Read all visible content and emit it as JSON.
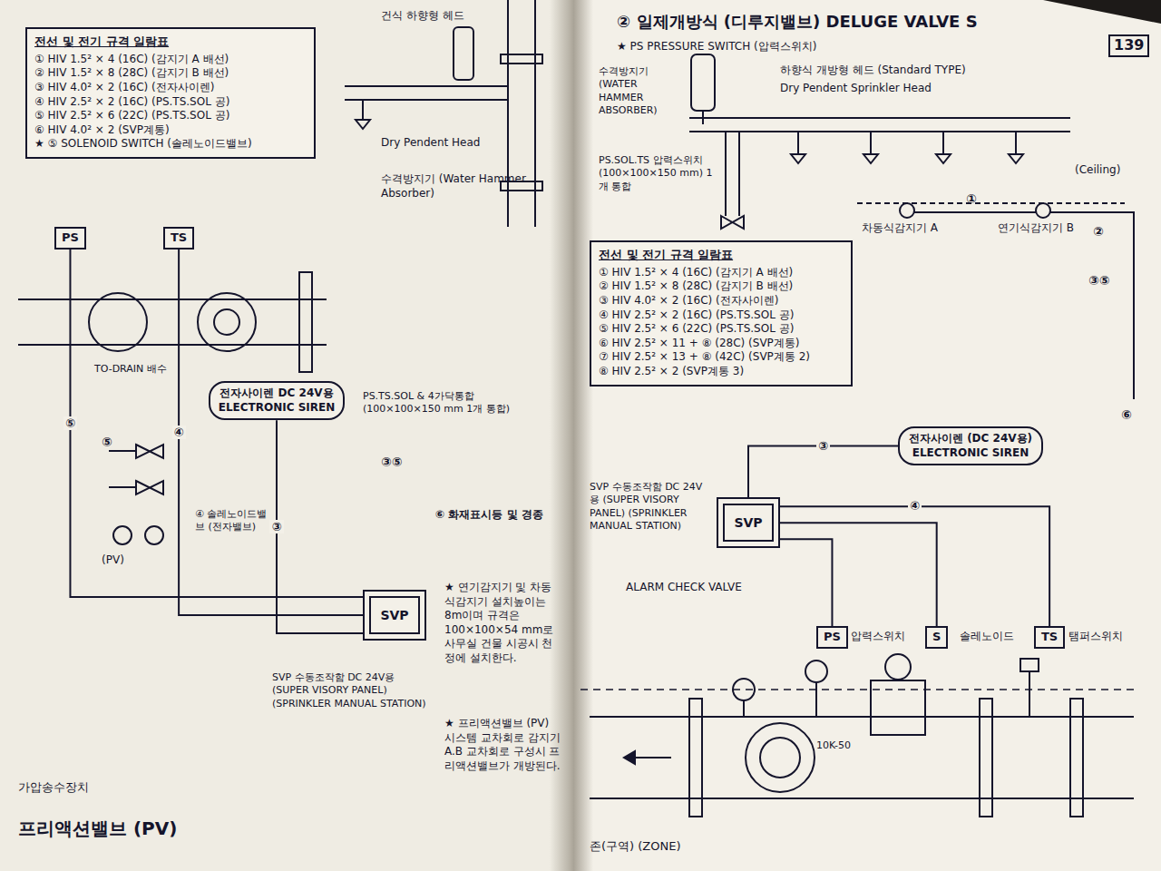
{
  "diagram": {
    "title": "② 일제개방식 (디루지밸브) DELUGE VALVE S",
    "nodes": [
      {
        "text": [
          "SVP"
        ]
      },
      {
        "text": [
          "전자사이렌 (DC 24V용)",
          "ELECTRONIC SIREN"
        ]
      },
      {
        "text": [
          "TS"
        ]
      },
      {
        "text": [
          "S"
        ]
      },
      {
        "text": [
          "PS"
        ]
      },
      {
        "text": [
          "전선 및 전기 규격 일람표",
          "① HIV 1.5² × 4 (16C) (감지기 A 배선)",
          "② HIV 1.5² × 8 (28C) (감지기 B 배선)",
          "③ HIV 4.0² × 2 (16C) (전자사이렌)",
          "④ HIV 2.5² × 2 (16C) (PS.TS.SOL 공)",
          "⑤ HIV 2.5² × 6 (22C) (PS.TS.SOL 공)",
          "⑥ HIV 2.5² × 11 + ⑧ (28C) (SVP계통)",
          "⑦ HIV 2.5² × 13 + ⑧ (42C) (SVP계통 2)",
          "⑧ HIV 2.5² × 2 (SVP계통 3)"
        ]
      },
      {
        "text": [
          "전선 및 전기 규격 일람표",
          "① HIV 1.5² × 4 (16C) (감지기 A 배선)",
          "② HIV 1.5² × 8 (28C) (감지기 B 배선)",
          "③ HIV 4.0² × 2 (16C) (전자사이렌)",
          "④ HIV 2.5² × 2 (16C) (PS.TS.SOL 공)",
          "⑤ HIV 2.5² × 6 (22C) (PS.TS.SOL 공)",
          "⑥ HIV 4.0² × 2 (SVP계통)",
          "★ ⑤ SOLENOID SWITCH (솔레노이드밸브)"
        ]
      },
      {
        "text": [
          "전자사이렌 DC 24V용",
          "ELECTRONIC SIREN"
        ]
      },
      {
        "text": [
          "SVP"
        ]
      },
      {
        "text": [
          "PS"
        ]
      },
      {
        "text": [
          "TS"
        ]
      }
    ],
    "edges": [
      {
        "from": 1,
        "to": 0,
        "arrow": "none",
        "label": "③"
      },
      {
        "from": 2,
        "to": 0,
        "arrow": "none",
        "label": "④"
      },
      {
        "from": 3,
        "to": 0,
        "arrow": "none"
      },
      {
        "from": 4,
        "to": 0,
        "arrow": "none"
      },
      {
        "from": 7,
        "to": 8,
        "arrow": "none",
        "label": "③"
      },
      {
        "from": 9,
        "to": 8,
        "arrow": "none",
        "label": "⑤"
      },
      {
        "from": 10,
        "to": 8,
        "arrow": "none",
        "label": "④"
      }
    ],
    "labels": [
      "139",
      "★ PS PRESSURE SWITCH (압력스위치)",
      "수격방지기 (WATER HAMMER ABSORBER)",
      "하향식 개방형 헤드 (Standard TYPE)",
      "Dry Pendent Sprinkler Head",
      "PS.SOL.TS 압력스위치 (100×100×150 mm) 1개 통합",
      "차동식감지기 A",
      "연기식감지기 B",
      "(Ceiling)",
      "①",
      "②",
      "③⑤",
      "⑥",
      "SVP 수동조작함 DC 24V용 (SUPER VISORY PANEL) (SPRINKLER MANUAL STATION)",
      "ALARM CHECK VALVE",
      "탬퍼스위치",
      "솔레노이드",
      "압력스위치",
      "존(구역) (ZONE)",
      "10K-50",
      "Dry Pendent Head",
      "수격방지기 (Water Hammer Absorber)",
      "건식 하향형 헤드",
      "TO-DRAIN 배수",
      "PS.TS.SOL & 4가닥통합 (100×100×150 mm 1개 통합)",
      "③⑤",
      "④ 솔레노이드밸브 (전자밸브)",
      "⑤",
      "(PV)",
      "⑥ 화재표시등 및 경종",
      "★ 연기감지기 및 차동식감지기 설치높이는 8m이며 규격은 100×100×54 mm로 사무실 건물 시공시 천정에 설치한다.",
      "★ 프리액션밸브 (PV) 시스템 교차회로 감지기 A.B 교차회로 구성시 프리액션밸브가 개방된다.",
      "SVP 수동조작함 DC 24V용 (SUPER VISORY PANEL) (SPRINKLER MANUAL STATION)",
      "가압송수장치",
      "프리액션밸브 (PV)"
    ]
  }
}
